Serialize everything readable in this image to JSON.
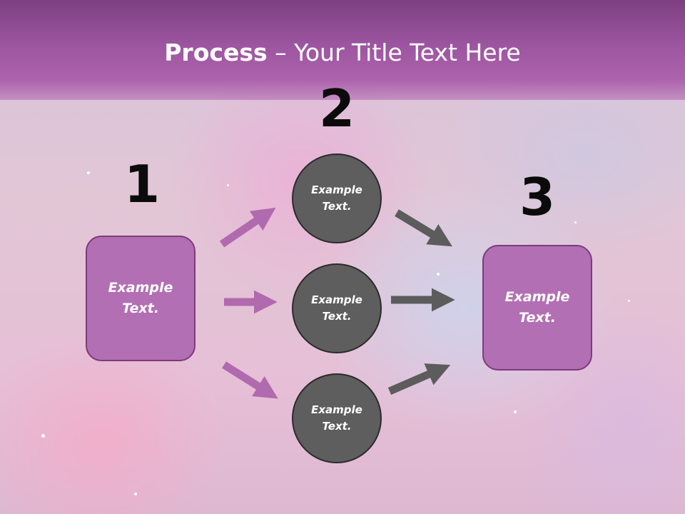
{
  "slide": {
    "title_bold": "Process",
    "title_rest": " – Your Title Text Here"
  },
  "steps": [
    {
      "number": "1",
      "label": "Example\nText."
    },
    {
      "number": "2",
      "label": "Example\nText."
    },
    {
      "number": "3",
      "label": "Example\nText."
    }
  ],
  "nodes": [
    {
      "label": "Example\nText."
    },
    {
      "label": "Example\nText."
    },
    {
      "label": "Example\nText."
    }
  ],
  "colors": {
    "header": "#9c55a0",
    "box_fill": "#b36fb3",
    "circle_fill": "#5e5e5e",
    "arrow_left": "#b06aae",
    "arrow_right": "#5c5c5c"
  },
  "icons": {
    "arrow_left": "arrow-right-icon",
    "arrow_right": "arrow-right-icon"
  }
}
